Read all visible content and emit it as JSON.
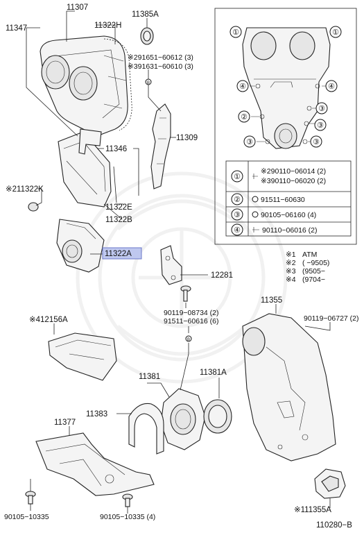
{
  "callouts": {
    "p11307": "11307",
    "p11347": "11347",
    "p11322H": "11322H",
    "p11385A": "11385A",
    "bolt_a": "※291651−60612 (3)",
    "bolt_b": "※391631−60610 (3)",
    "p11309": "11309",
    "p11346": "11346",
    "p11322K": "※211322K",
    "p11322E": "11322E",
    "p11322B": "11322B",
    "p11322A": "11322A",
    "p12281": "12281",
    "bolt_08734": "90119−08734 (2)",
    "p12156A": "※412156A",
    "bolt_60616": "91511−60616 (6)",
    "p11355": "11355",
    "bolt_06727": "90119−06727 (2)",
    "p11381A": "11381A",
    "p11381": "11381",
    "p11383": "11383",
    "p11377": "11377",
    "bolt_10335a": "90105−10335",
    "bolt_10335b": "90105−10335 (4)",
    "p11355A": "※111355A",
    "figure_code": "110280−B"
  },
  "detail": {
    "marks": [
      "①",
      "①",
      "④",
      "④",
      "②",
      "③",
      "③",
      "③",
      "③",
      "③"
    ],
    "legend": [
      {
        "num": "①",
        "line1": "※290110−06014 (2)",
        "line2": "※390110−06020 (2)"
      },
      {
        "num": "②",
        "line1": "91511−60630",
        "line2": ""
      },
      {
        "num": "③",
        "line1": "90105−06160 (4)",
        "line2": ""
      },
      {
        "num": "④",
        "line1": "90110−06016 (2)",
        "line2": ""
      }
    ]
  },
  "notes": [
    {
      "mark": "※1",
      "text": "ATM"
    },
    {
      "mark": "※2",
      "text": "(        −9505)"
    },
    {
      "mark": "※3",
      "text": "(9505−"
    },
    {
      "mark": "※4",
      "text": "(9704−"
    }
  ]
}
